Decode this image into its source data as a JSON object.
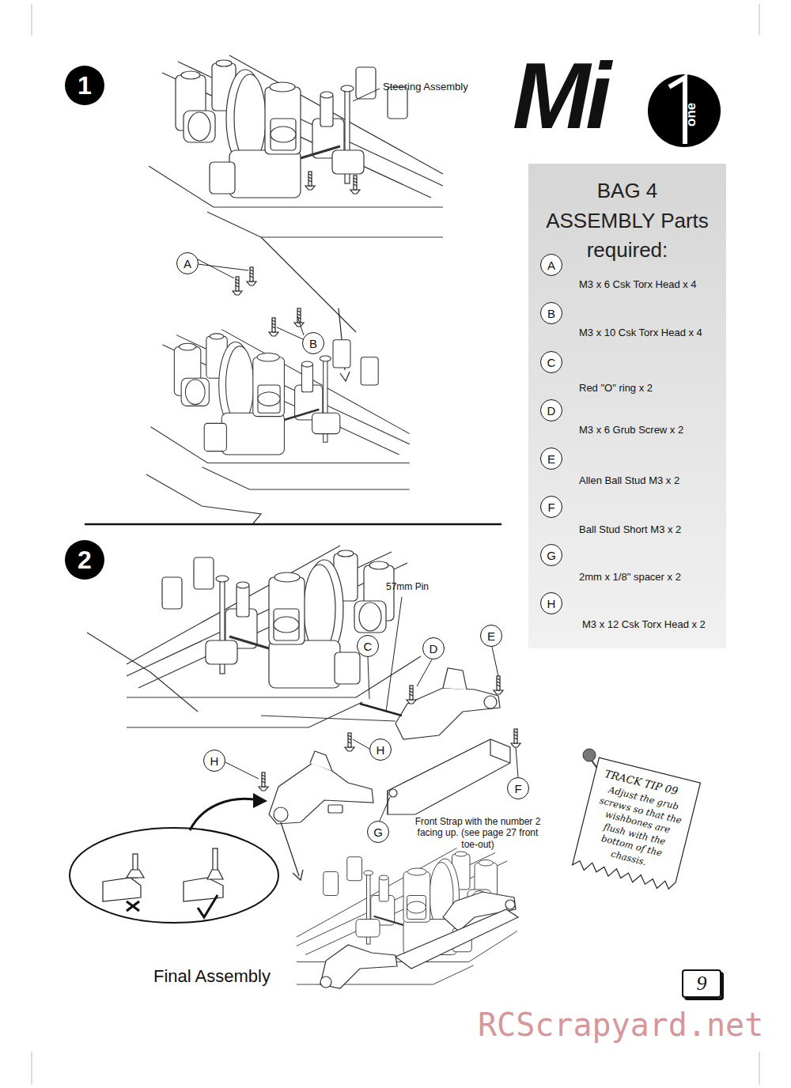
{
  "diagram": {
    "nodes": [
      {
        "text": [
          "1"
        ]
      },
      {
        "text": [
          "A"
        ]
      },
      {
        "text": [
          "B"
        ]
      },
      {
        "text": [
          "2"
        ]
      },
      {
        "text": [
          "C"
        ]
      },
      {
        "text": [
          "D"
        ]
      },
      {
        "text": [
          "E"
        ]
      },
      {
        "text": [
          "H"
        ]
      },
      {
        "text": [
          "H"
        ]
      },
      {
        "text": [
          "G"
        ]
      },
      {
        "text": [
          "F"
        ]
      },
      {
        "text": [
          "BAG 4 ASSEMBLY Parts required:"
        ]
      },
      {
        "text": [
          "A"
        ],
        "in": 11
      },
      {
        "text": [
          "B"
        ],
        "in": 11
      },
      {
        "text": [
          "C"
        ],
        "in": 11
      },
      {
        "text": [
          "D"
        ],
        "in": 11
      },
      {
        "text": [
          "E"
        ],
        "in": 11
      },
      {
        "text": [
          "F"
        ],
        "in": 11
      },
      {
        "text": [
          "G"
        ],
        "in": 11
      },
      {
        "text": [
          "H"
        ],
        "in": 11
      },
      {
        "text": [
          "TRACK TIP 09",
          "Adjust the grub screws so that the wishbones are flush with the bottom of the chassis."
        ]
      },
      {
        "text": [
          "9"
        ]
      }
    ],
    "labels": [
      "Mi",
      "one",
      "Steering Assembly",
      "M3 x 6 Csk Torx Head x 4",
      "M3 x 10 Csk Torx Head x 4",
      "Red \"O\" ring x 2",
      "M3 x 6 Grub Screw x 2",
      "Allen Ball Stud M3 x 2",
      "Ball Stud Short M3 x 2",
      "2mm x 1/8\" spacer x 2",
      "M3 x 12 Csk Torx Head x 2",
      "57mm Pin",
      "Front Strap with the number 2 facing up. (see page 27 front toe-out)",
      "Final Assembly",
      "RCScrapyard.net"
    ]
  }
}
